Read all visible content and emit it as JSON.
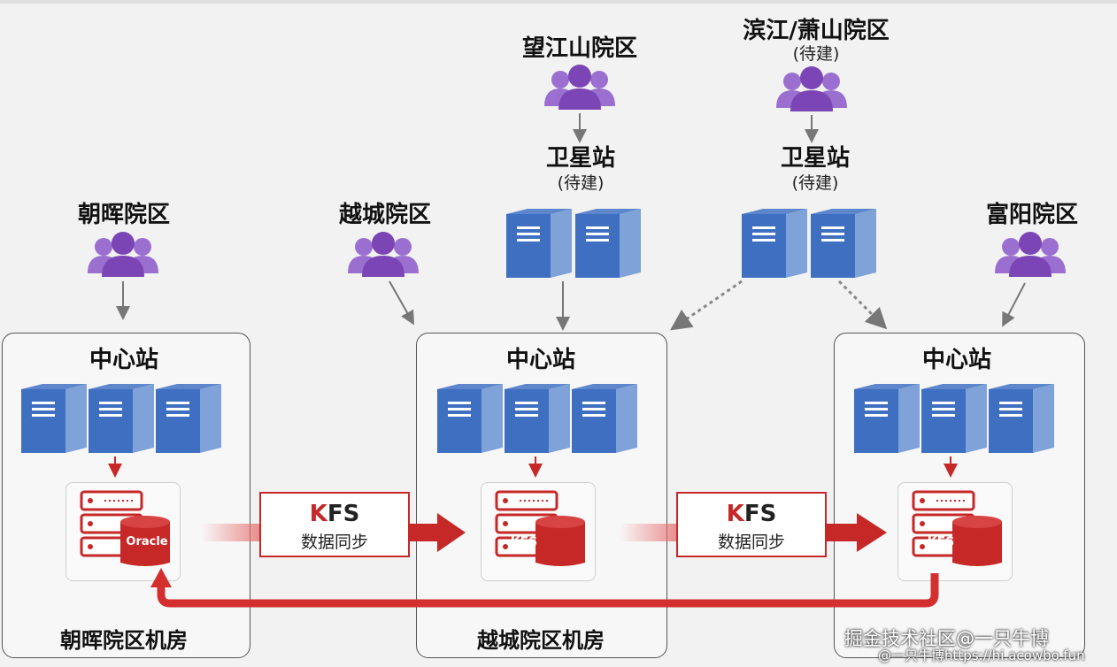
{
  "campuses": {
    "wangjiangshan": "望江山院区",
    "binjiang": "滨江/萧山院区",
    "binjiang_note": "(待建)",
    "zhaohui": "朝晖院区",
    "yuecheng": "越城院区",
    "fuyang": "富阳院区"
  },
  "satellites": {
    "left_title": "卫星站",
    "left_note": "(待建)",
    "right_title": "卫星站",
    "right_note": "(待建)"
  },
  "centers": {
    "left_title": "中心站",
    "mid_title": "中心站",
    "right_title": "中心站"
  },
  "rooms": {
    "left": "朝晖院区机房",
    "mid": "越城院区机房"
  },
  "databases": {
    "left": "Oracle",
    "mid": "KES",
    "right": "KES"
  },
  "sync": {
    "brand_k": "K",
    "brand_rest": "FS",
    "label": "数据同步"
  },
  "watermark": {
    "line1": "掘金技术社区@一只牛博",
    "line2": "@一只牛博https://hi.acowbo.fun"
  },
  "colors": {
    "server_front": "#3f6fc0",
    "server_side": "#7fa3d8",
    "accent_red": "#c62828",
    "people_purple": "#7b45b5"
  }
}
